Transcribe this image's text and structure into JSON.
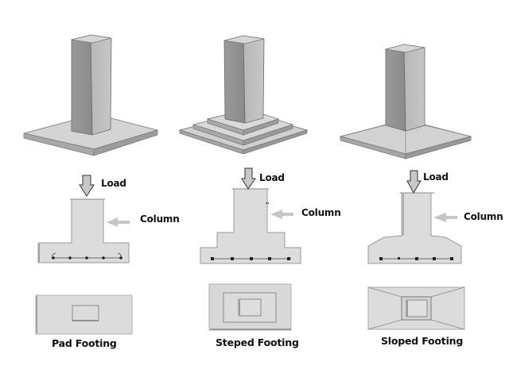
{
  "figure": {
    "colors": {
      "concrete_light": "#dcdcdc",
      "concrete_mid": "#bdbdbd",
      "concrete_dark": "#8e8e8e",
      "edge": "#777777",
      "arrow_fill": "#c8c8c8",
      "text": "#111111"
    },
    "footings": [
      {
        "id": "pad",
        "title": "Pad Footing",
        "load_label": "Load",
        "column_label": "Column"
      },
      {
        "id": "stepped",
        "title": "Steped Footing",
        "load_label": "Load",
        "column_label": "Column"
      },
      {
        "id": "sloped",
        "title": "Sloped Footing",
        "load_label": "Load",
        "column_label": "Column"
      }
    ]
  }
}
